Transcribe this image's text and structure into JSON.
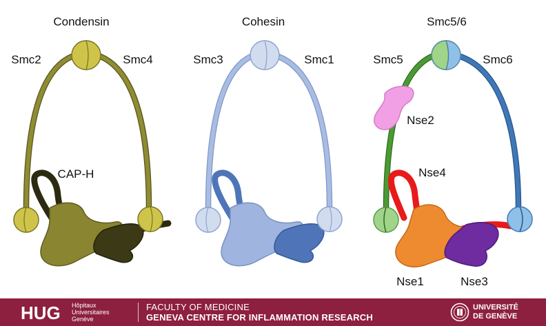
{
  "complexes": [
    {
      "title": "Condensin",
      "left_arm": "Smc2",
      "right_arm": "Smc4",
      "kleisin": "CAP-H",
      "arm_color": "#8f8c34",
      "hinge_color": "#cfc44a",
      "head_color": "#cfc44a",
      "subunit_a_color": "#8a8530",
      "subunit_b_color": "#3c3a16",
      "kleisin_color": "#2c2a10"
    },
    {
      "title": "Cohesin",
      "left_arm": "Smc3",
      "right_arm": "Smc1",
      "arm_color": "#a9bde3",
      "hinge_color": "#d2dcef",
      "head_color": "#d2dcef",
      "subunit_a_color": "#9fb4de",
      "subunit_b_color": "#4f75b8",
      "kleisin_color": "#4f75b8"
    },
    {
      "title": "Smc5/6",
      "left_arm": "Smc5",
      "right_arm": "Smc6",
      "top_subunit": "Nse2",
      "kleisin": "Nse4",
      "bottom_left": "Nse1",
      "bottom_right": "Nse3",
      "left_arm_color": "#4c9a34",
      "right_arm_color": "#3f78b8",
      "hinge_left_color": "#9fd48a",
      "hinge_right_color": "#8fc0e8",
      "nse2_color": "#f2a0e6",
      "nse4_color": "#e81a1a",
      "nse1_color": "#ee8a30",
      "nse3_color": "#6e2ca0"
    }
  ],
  "footer": {
    "hug_logo": "HUG",
    "hug_line1": "Hôpitaux",
    "hug_line2": "Universitaires",
    "hug_line3": "Genève",
    "faculty": "FACULTY OF MEDICINE",
    "centre": "GENEVA CENTRE FOR INFLAMMATION RESEARCH",
    "university_line1": "UNIVERSITÉ",
    "university_line2": "DE GENÈVE",
    "background": "#8d1f3f"
  }
}
